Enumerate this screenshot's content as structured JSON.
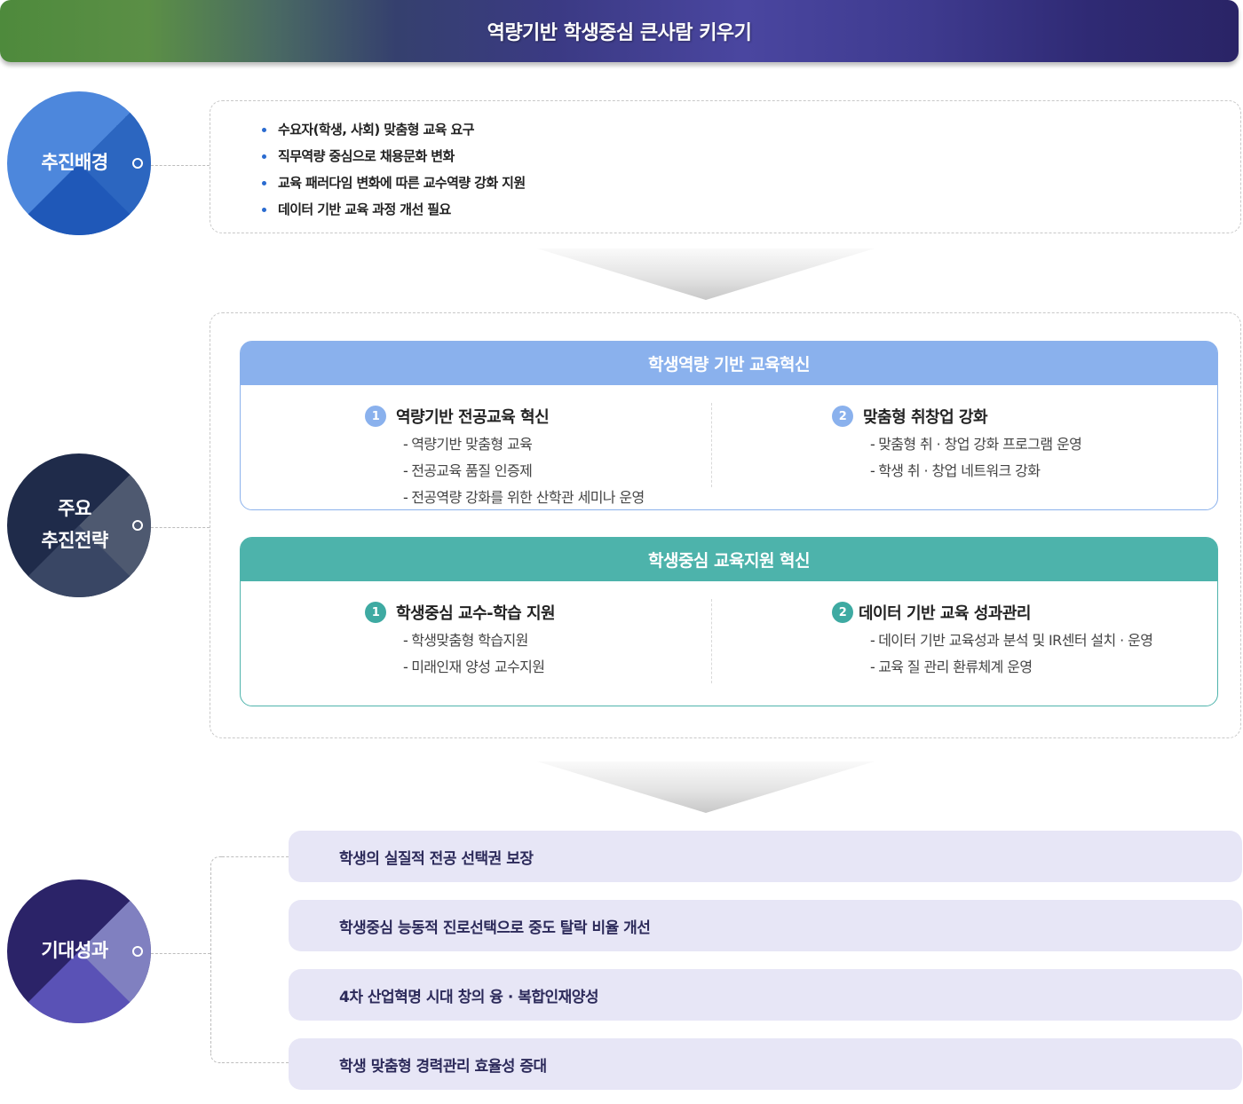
{
  "banner": {
    "title": "역량기반 학생중심 큰사람 키우기"
  },
  "sections": {
    "background": {
      "label": "추진배경",
      "items": [
        "수요자(학생, 사회) 맞춤형 교육 요구",
        "직무역량 중심으로 채용문화 변화",
        "교육 패러다임 변화에 따른 교수역량 강화 지원",
        "데이터 기반 교육 과정 개선 필요"
      ]
    },
    "strategy": {
      "label_line1": "주요",
      "label_line2": "추진전략",
      "panels": [
        {
          "title": "학생역량 기반 교육혁신",
          "color": "#8ab1ed",
          "columns": [
            {
              "number": "1",
              "title": "역량기반 전공교육 혁신",
              "items": [
                "역량기반 맞춤형 교육",
                "전공교육 품질 인증제",
                "전공역량 강화를 위한 산학관 세미나 운영"
              ]
            },
            {
              "number": "2",
              "title": "맞춤형 취창업 강화",
              "items": [
                "맞춤형 취 · 창업 강화 프로그램 운영",
                "학생 취 · 창업 네트워크 강화"
              ]
            }
          ]
        },
        {
          "title": "학생중심 교육지원 혁신",
          "color": "#4db3ab",
          "columns": [
            {
              "number": "1",
              "title": "학생중심 교수-학습 지원",
              "items": [
                "학생맞춤형 학습지원",
                "미래인재 양성 교수지원"
              ]
            },
            {
              "number": "2",
              "title": "데이터 기반 교육 성과관리",
              "items": [
                "데이터 기반 교육성과 분석 및 IR센터 설치 · 운영",
                "교육 질 관리 환류체계 운영"
              ]
            }
          ]
        }
      ]
    },
    "outcomes": {
      "label": "기대성과",
      "items": [
        "학생의 실질적 전공 선택권 보장",
        "학생중심 능동적 진로선택으로 중도 탈락 비율 개선",
        "4차 산업혁명 시대 창의 융 · 복합인재양성",
        "학생 맞춤형 경력관리 효율성 증대"
      ]
    }
  },
  "symbols": {
    "dash": "-",
    "bullet-icon": "•"
  },
  "colors": {
    "background_circle": "#4d87dc",
    "strategy_circle": "#1f2b4a",
    "outcome_circle": "#2b2368",
    "outcome_box": "#e7e6f6",
    "bullet": "#2a6bd0"
  }
}
